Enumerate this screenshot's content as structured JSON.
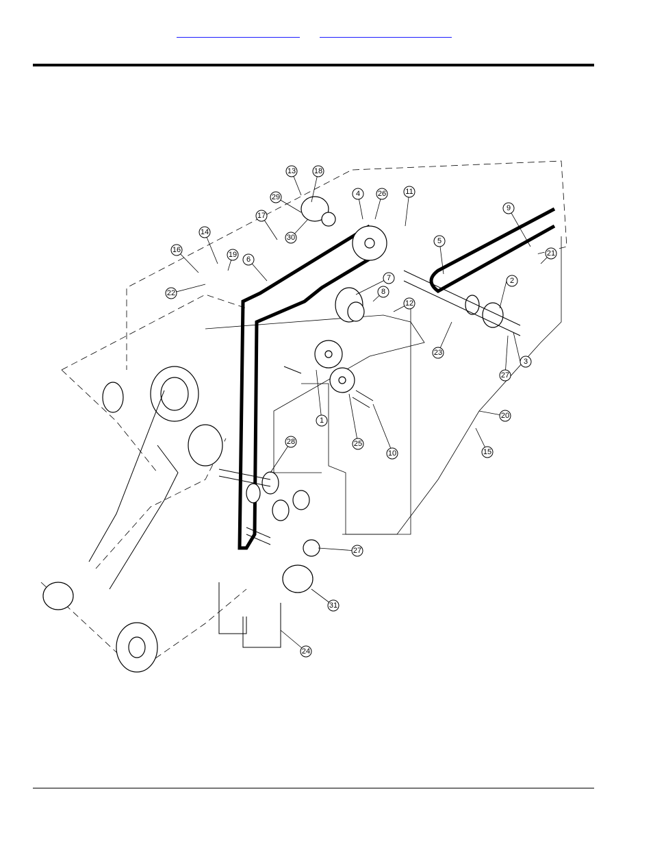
{
  "header": {
    "link_a": "",
    "link_b": ""
  },
  "colors": {
    "ink": "#000000",
    "link": "#1a1aff"
  },
  "callouts": [
    "1",
    "2",
    "3",
    "4",
    "5",
    "6",
    "7",
    "8",
    "9",
    "10",
    "11",
    "12",
    "13",
    "14",
    "15",
    "16",
    "17",
    "18",
    "19",
    "20",
    "21",
    "22",
    "23",
    "24",
    "25",
    "26",
    "27",
    "27",
    "28",
    "29",
    "30",
    "31"
  ]
}
